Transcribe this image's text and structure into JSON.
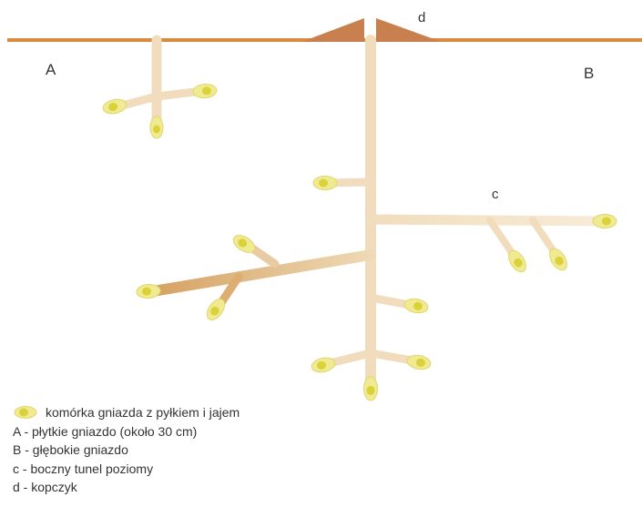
{
  "colors": {
    "ground": "#d98a3e",
    "mound": "#c8804f",
    "tunnel": "#f1ddbd",
    "tunnel_dark": "#dcae72",
    "cell_fill": "#f0ea92",
    "cell_core": "#d9d23a",
    "text": "#333333"
  },
  "diagram": {
    "label_a": "A",
    "label_b": "B",
    "label_c": "c",
    "label_d": "d"
  },
  "legend": {
    "cell_icon": "nest-cell-icon",
    "items": [
      "komórka gniazda z pyłkiem i jajem",
      "A - płytkie gniazdo (około 30 cm)",
      "B - głębokie gniazdo",
      "c - boczny tunel poziomy",
      "d - kopczyk"
    ]
  }
}
